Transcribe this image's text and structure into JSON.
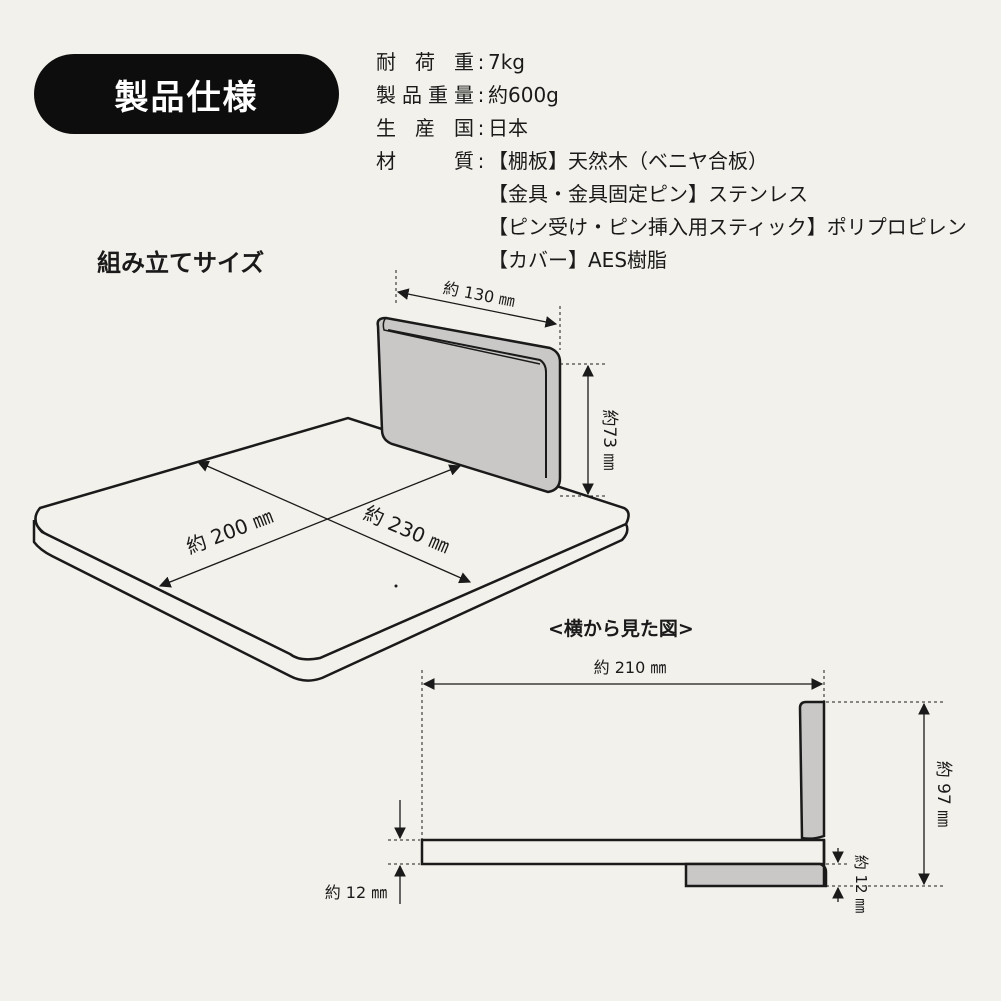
{
  "title": "製品仕様",
  "specs": [
    {
      "key": "耐荷重",
      "values": [
        "7kg"
      ]
    },
    {
      "key": "製品重量",
      "values": [
        "約600g"
      ]
    },
    {
      "key": "生産国",
      "values": [
        "日本"
      ]
    },
    {
      "key": "材質",
      "values": [
        "【棚板】天然木（ベニヤ合板）",
        "【金具・金具固定ピン】ステンレス",
        "【ピン受け・ピン挿入用スティック】ポリプロピレン",
        "【カバー】AES樹脂"
      ]
    }
  ],
  "assembled": {
    "title": "組み立てサイズ",
    "width_label": "約 130 ㎜",
    "height_label": "約73 ㎜",
    "depth_label": "約 200 ㎜",
    "length_label": "約 230 ㎜"
  },
  "side_view": {
    "title": "<横から見た図>",
    "length_label": "約 210 ㎜",
    "height_label": "約 97 ㎜",
    "thickness_label": "約 12 ㎜",
    "bracket_label": "約 12 ㎜"
  },
  "colors": {
    "pill": "#0d0d0d",
    "background": "#f3f1eb",
    "panel": "#c9c8c6"
  }
}
